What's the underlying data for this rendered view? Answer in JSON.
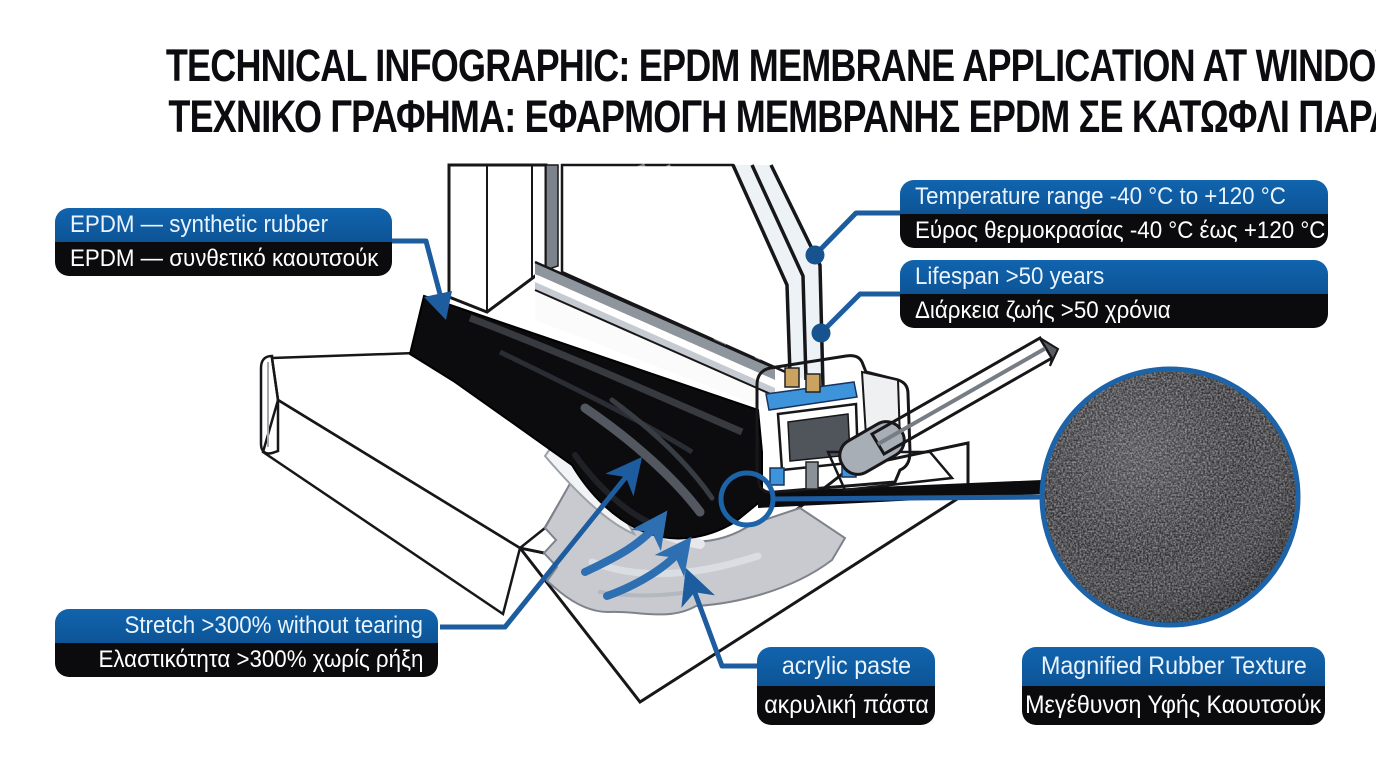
{
  "title": {
    "line1_en": "TECHNICAL INFOGRAPHIC: EPDM MEMBRANE APPLICATION AT WINDOW SILL",
    "line2_el": "ΤΕΧΝΙΚΟ ΓΡΑΦΗΜΑ: ΕΦΑΡΜΟΓΗ ΜΕΜΒΡΑΝΗΣ EPDM ΣΕ ΚΑΤΩΦΛΙ ΠΑΡΑΘΥΡΟΥ"
  },
  "callouts": {
    "epdm": {
      "en": "EPDM — synthetic rubber",
      "el": "EPDM — συνθετικό καουτσούκ"
    },
    "temperature": {
      "en": "Temperature range -40 °C to +120 °C",
      "el": "Εύρος θερμοκρασίας -40 °C έως +120 °C"
    },
    "lifespan": {
      "en": "Lifespan >50 years",
      "el": "Διάρκεια ζωής >50 χρόνια"
    },
    "stretch": {
      "en": "Stretch >300% without tearing",
      "el": "Ελαστικότητα >300% χωρίς ρήξη"
    },
    "acrylic": {
      "en": "acrylic paste",
      "el": "ακρυλική πάστα"
    },
    "magnified": {
      "en": "Magnified Rubber Texture",
      "el": "Μεγέθυνση Υφής Καουτσούκ"
    }
  },
  "colors": {
    "label_blue": "#1164ae",
    "label_blue_dark": "#0d5496",
    "label_black": "#0b0b0d",
    "leader_blue": "#1c5c9f",
    "accent_arrow": "#2e6fb2",
    "membrane_black": "#0c0c0f",
    "glass_blue": "#dde8f1",
    "title_color": "#0b0b10"
  }
}
